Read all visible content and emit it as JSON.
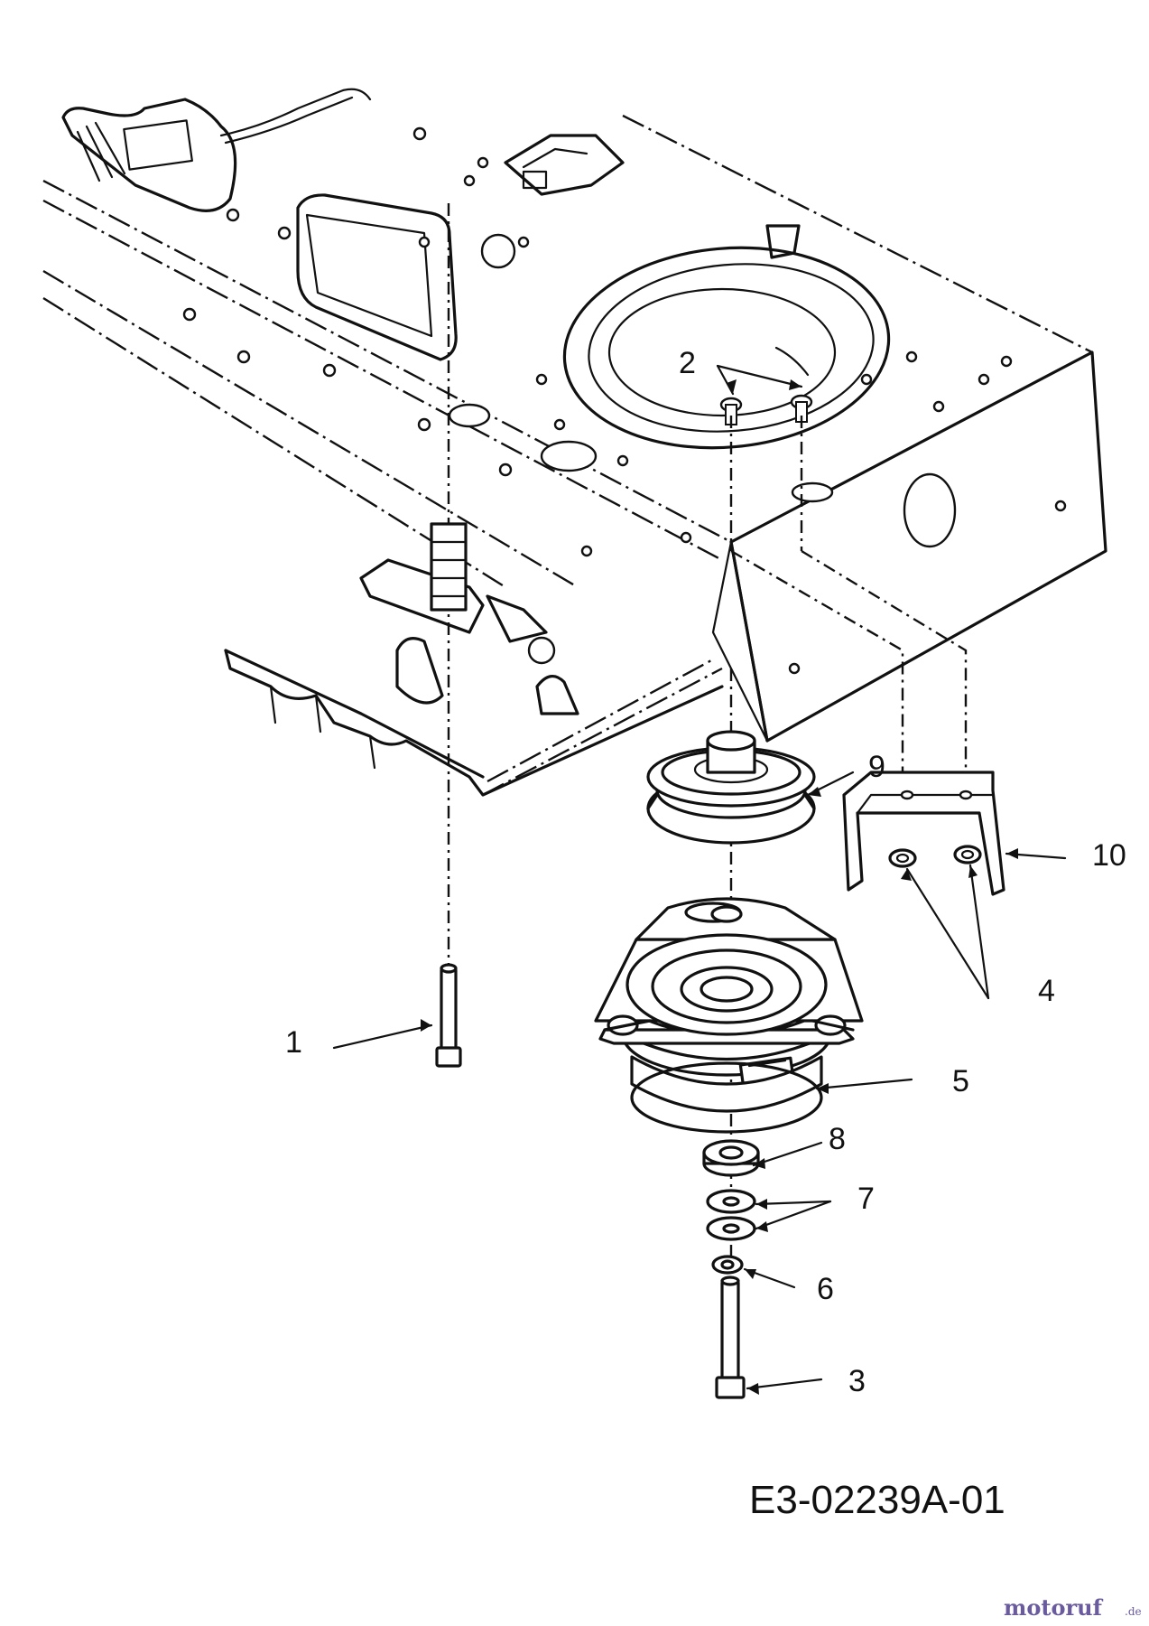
{
  "diagram": {
    "callouts": [
      {
        "id": "1",
        "label": "1"
      },
      {
        "id": "2",
        "label": "2"
      },
      {
        "id": "3",
        "label": "3"
      },
      {
        "id": "4",
        "label": "4"
      },
      {
        "id": "5",
        "label": "5"
      },
      {
        "id": "6",
        "label": "6"
      },
      {
        "id": "7",
        "label": "7"
      },
      {
        "id": "8",
        "label": "8"
      },
      {
        "id": "9",
        "label": "9"
      },
      {
        "id": "10",
        "label": "10"
      }
    ],
    "drawing_code": "E3-02239A-01"
  },
  "watermark": {
    "brand": "motoruf",
    "suffix": ".de"
  },
  "colors": {
    "ink": "#111111",
    "background": "#ffffff",
    "watermark": "#6a5a9e"
  }
}
